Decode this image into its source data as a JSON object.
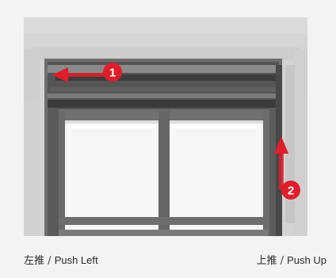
{
  "steps": [
    {
      "number": "1",
      "direction": "left",
      "caption_zh": "左推",
      "caption_sep": "/",
      "caption_en": "Push Left"
    },
    {
      "number": "2",
      "direction": "up",
      "caption_zh": "上推",
      "caption_sep": "/",
      "caption_en": "Push Up"
    }
  ],
  "colors": {
    "accent": "#e01e2b",
    "background": "#f3f3f3",
    "wall": "#d2d2d2",
    "frame": "#6b6b6b",
    "glass": "#fafafa"
  }
}
